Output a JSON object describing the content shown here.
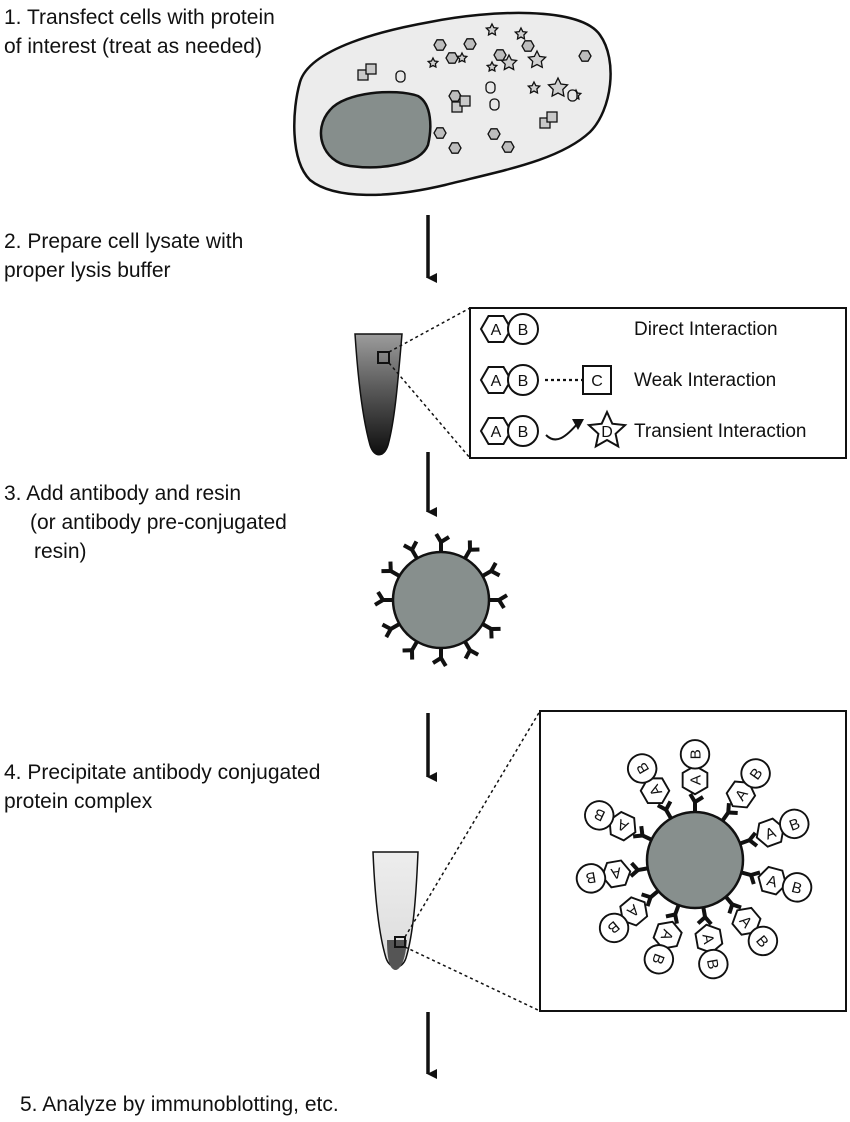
{
  "steps": [
    {
      "lines": [
        "1. Transfect cells with protein",
        "of interest (treat as needed)"
      ]
    },
    {
      "lines": [
        "2. Prepare cell lysate with",
        "proper lysis buffer"
      ]
    },
    {
      "lines": [
        "3. Add antibody and resin",
        "(or antibody pre-conjugated",
        "resin)"
      ]
    },
    {
      "lines": [
        "4. Precipitate antibody conjugated",
        "protein complex"
      ]
    },
    {
      "lines": [
        "5. Analyze by immunoblotting, etc."
      ]
    }
  ],
  "legend": {
    "rows": [
      {
        "label": "Direct Interaction",
        "protein_a": "A",
        "protein_b": "B"
      },
      {
        "label": "Weak Interaction",
        "protein_a": "A",
        "protein_b": "B",
        "partner": "C"
      },
      {
        "label": "Transient Interaction",
        "protein_a": "A",
        "protein_b": "B",
        "partner": "D"
      }
    ]
  },
  "complex": {
    "protein_a": "A",
    "protein_b": "B"
  },
  "colors": {
    "cell_fill": "#ececec",
    "nucleus_fill": "#868e8c",
    "bead_fill": "#878f8d",
    "tube_dark": "#1a1a1a",
    "tube_light": "#e4e4e4",
    "ink": "#111111"
  }
}
